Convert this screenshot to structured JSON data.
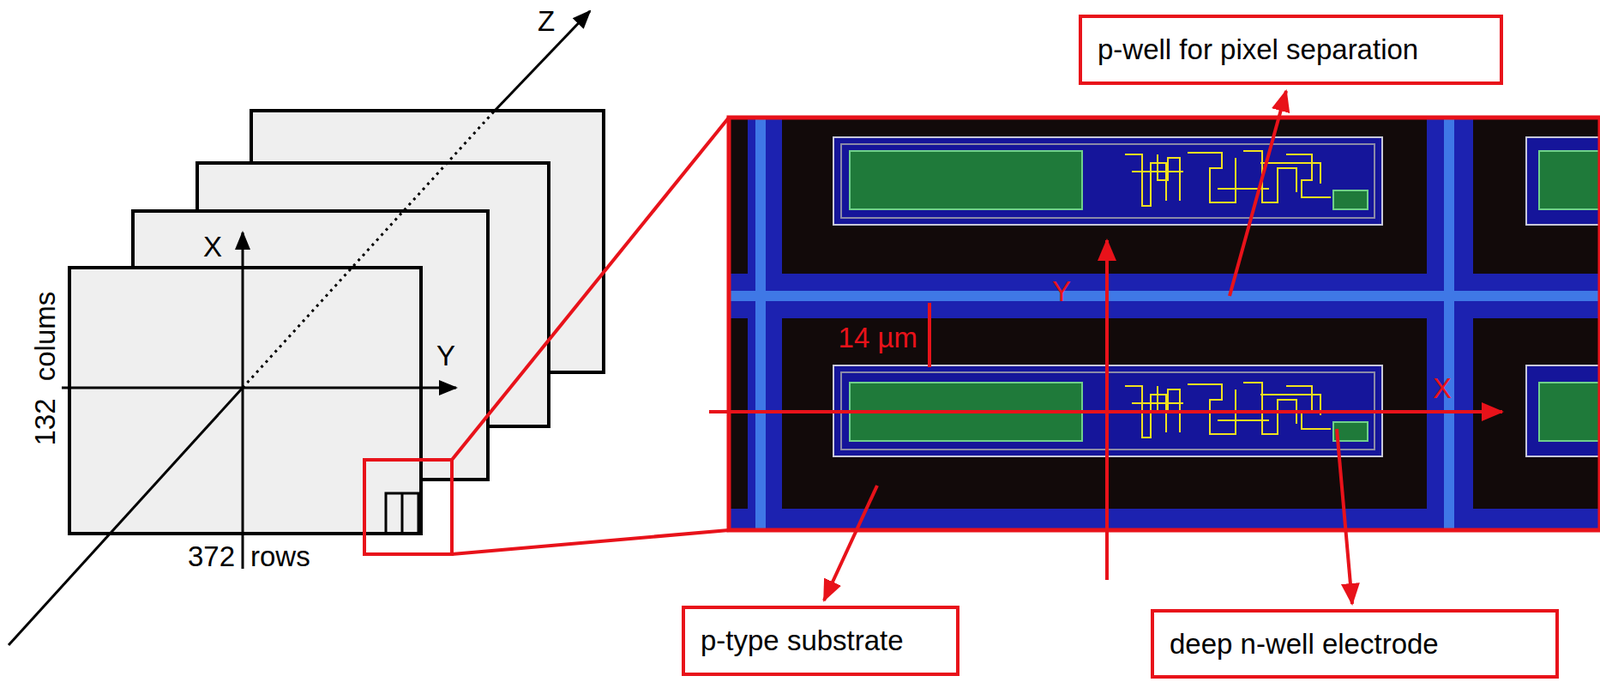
{
  "diagram": {
    "nodes": [
      {
        "text": [
          "p-well for pixel separation"
        ]
      },
      {
        "text": [
          "p-type substrate"
        ]
      },
      {
        "text": [
          "deep n-well electrode"
        ]
      }
    ],
    "labels": [
      "Z",
      "X",
      "Y",
      "132",
      "colums",
      "372",
      "rows",
      "14 µm",
      "X",
      "Y"
    ]
  }
}
